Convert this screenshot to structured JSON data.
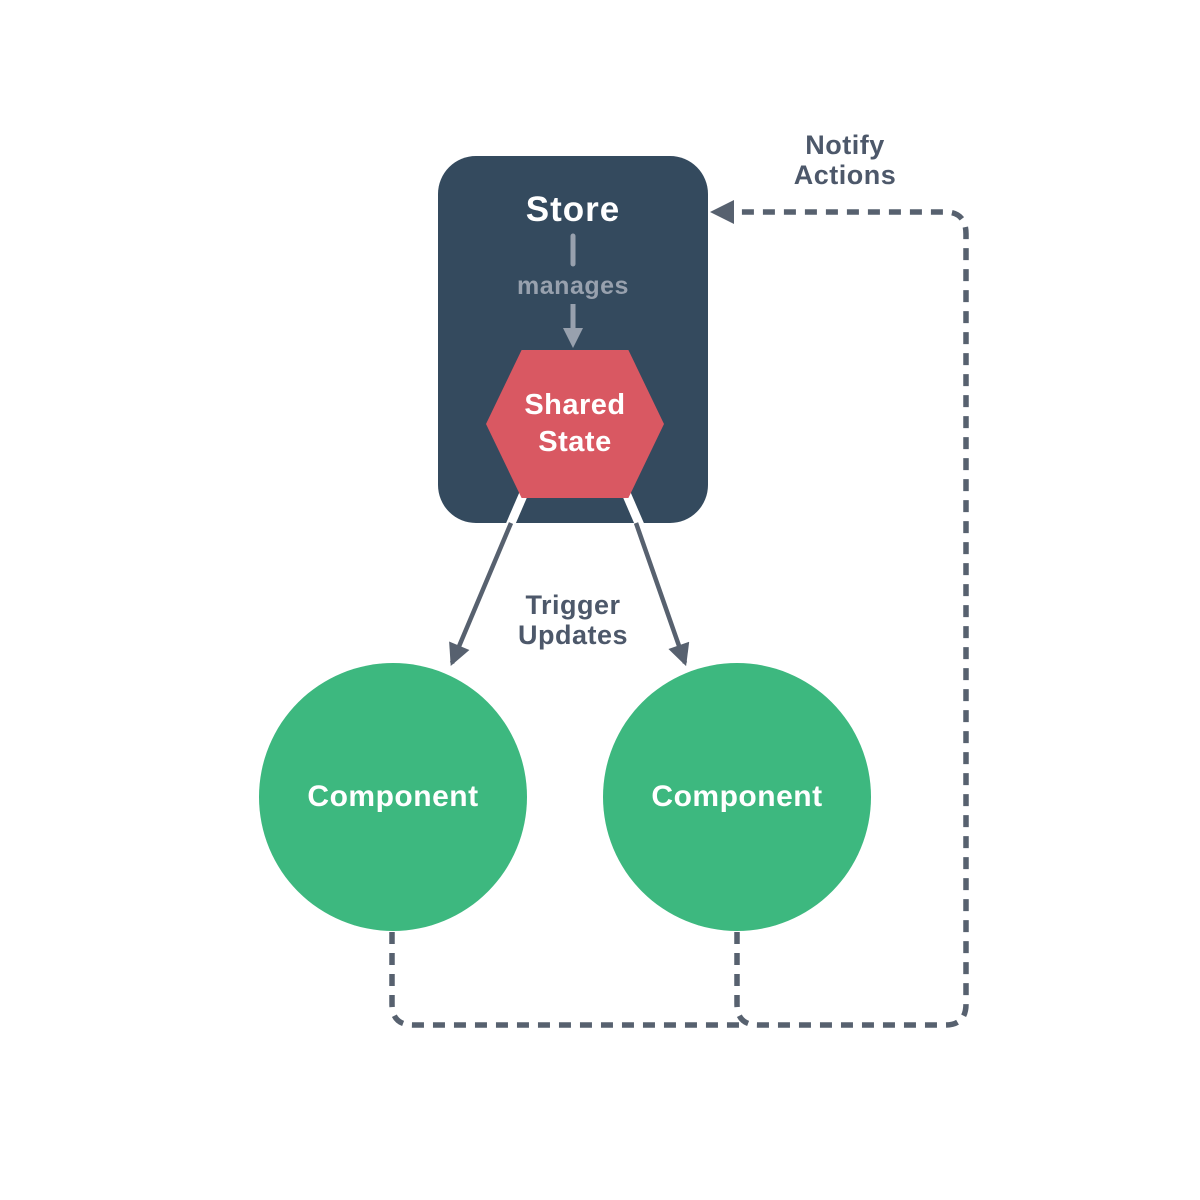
{
  "store": {
    "label": "Store",
    "relation_label": "manages"
  },
  "shared_state": {
    "line1": "Shared",
    "line2": "State"
  },
  "components": [
    {
      "label": "Component"
    },
    {
      "label": "Component"
    }
  ],
  "edges": {
    "trigger_updates": {
      "line1": "Trigger",
      "line2": "Updates"
    },
    "notify_actions": {
      "line1": "Notify",
      "line2": "Actions"
    }
  },
  "colors": {
    "canvas_bg": "#FFFFFF",
    "store_bg": "#344A5E",
    "shared_state_bg": "#D95862",
    "component_bg": "#3DB87F",
    "muted_gray": "#98A1AE",
    "slate": "#57616F",
    "label_text": "#4D586A",
    "text_white": "#FFFFFF"
  }
}
